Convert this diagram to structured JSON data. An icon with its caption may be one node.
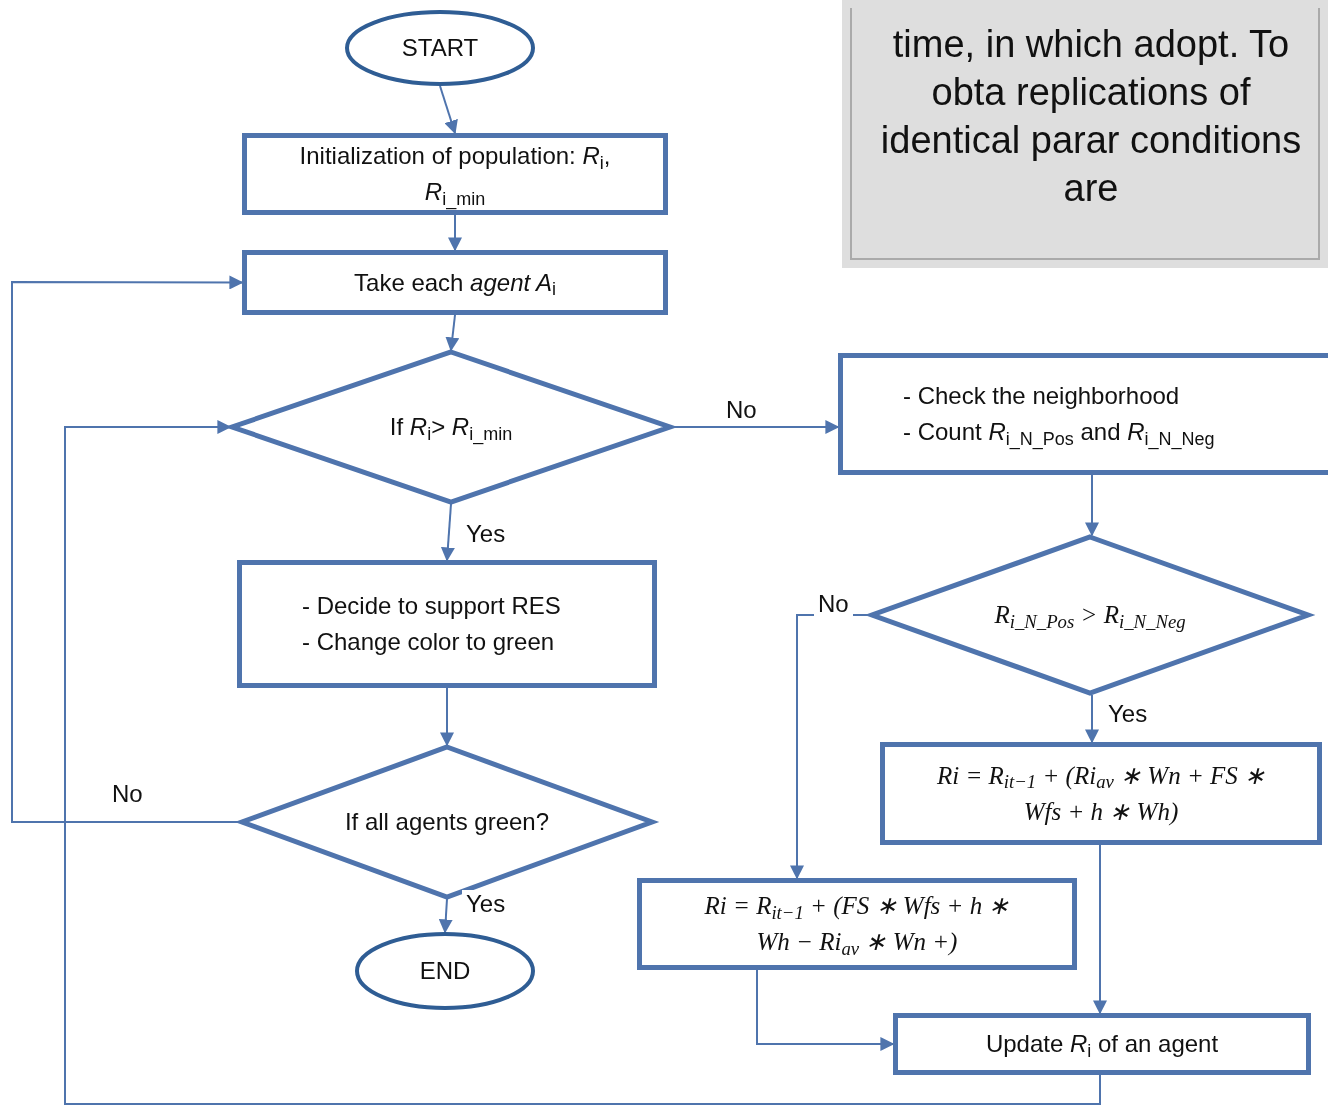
{
  "diagram": {
    "nodes": [
      {
        "text": [
          "START"
        ]
      },
      {
        "text": [
          "Initialization of population: *R*$_{i}$, *R*$_{i_min}$"
        ]
      },
      {
        "text": [
          "Take each *agent A*$_{i}$"
        ]
      },
      {
        "text": [
          "If *R*$_{i}$> *R*$_{i_min}$"
        ]
      },
      {
        "text": [
          "- Decide to support RES",
          "- Change color to green"
        ]
      },
      {
        "text": [
          "If all agents green?"
        ]
      },
      {
        "text": [
          "END"
        ]
      },
      {
        "text": [
          "- Check the neighborhood",
          "- Count *R*$_{i_N_Pos}$ and *R*$_{i_N_Neg}$"
        ]
      },
      {
        "text": [
          "R$_{i_N_Pos}$ > R$_{i_N_Neg}$"
        ]
      },
      {
        "text": [
          "Ri = R$_{it−1}$ + (Ri$_{av}$ ∗ Wn + FS ∗ Wfs + h ∗ Wh)"
        ]
      },
      {
        "text": [
          "Ri = R$_{it−1}$ + (FS ∗ Wfs + h ∗ Wh − Ri$_{av}$ ∗ Wn +)"
        ]
      },
      {
        "text": [
          "Update *R*$_{i}$ of an agent"
        ]
      },
      {
        "text": [
          "time, in which adopt. To obta replications of identical parar conditions are"
        ]
      }
    ],
    "edges": [
      {
        "from": 0,
        "to": 1,
        "arrow": "to"
      },
      {
        "from": 1,
        "to": 2,
        "arrow": "to"
      },
      {
        "from": 2,
        "to": 3,
        "arrow": "to"
      },
      {
        "from": 3,
        "to": 7,
        "arrow": "to",
        "label": "No"
      },
      {
        "from": 3,
        "to": 4,
        "arrow": "to",
        "label": "Yes"
      },
      {
        "from": 4,
        "to": 5,
        "arrow": "to"
      },
      {
        "from": 5,
        "to": 2,
        "arrow": "to",
        "label": "No"
      },
      {
        "from": 5,
        "to": 6,
        "arrow": "to",
        "label": "Yes"
      },
      {
        "from": 7,
        "to": 8,
        "arrow": "to"
      },
      {
        "from": 8,
        "to": 10,
        "arrow": "to",
        "label": "No"
      },
      {
        "from": 8,
        "to": 9,
        "arrow": "to",
        "label": "Yes"
      },
      {
        "from": 9,
        "to": 11,
        "arrow": "to"
      },
      {
        "from": 10,
        "to": 11,
        "arrow": "to"
      },
      {
        "from": 11,
        "to": 3,
        "arrow": "to"
      }
    ]
  }
}
